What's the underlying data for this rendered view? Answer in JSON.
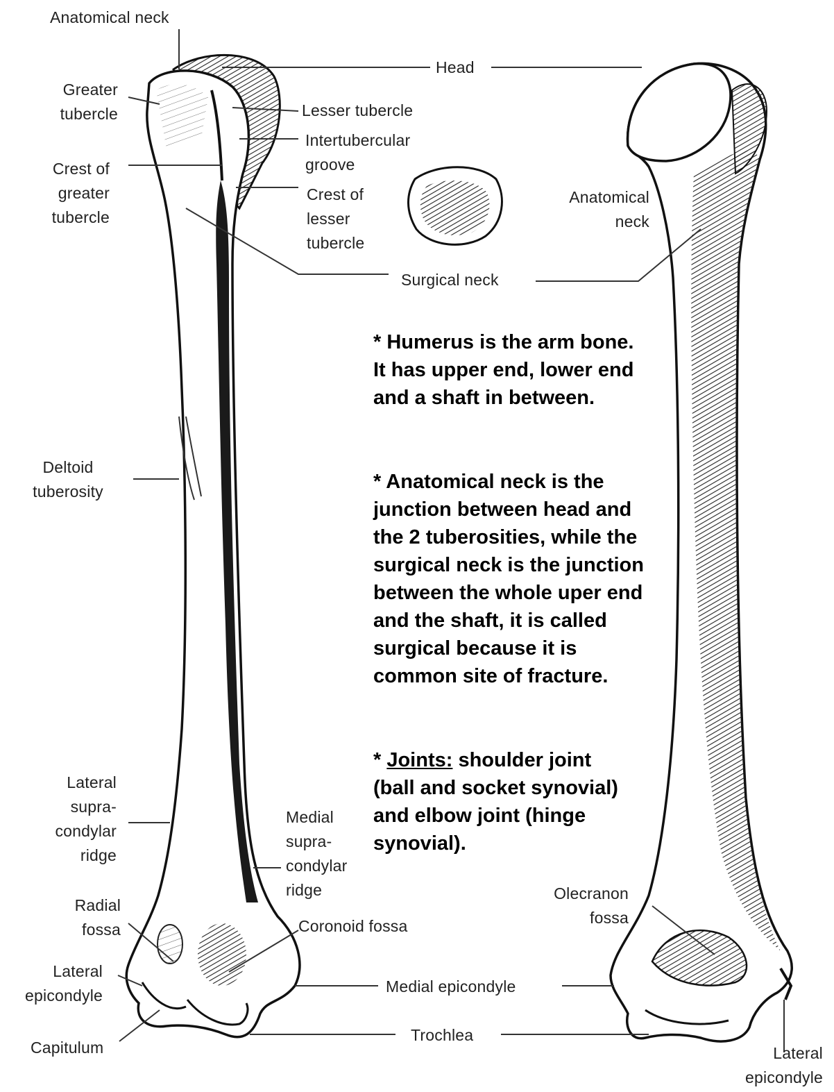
{
  "labels": {
    "anatomical_neck_left": "Anatomical neck",
    "head": "Head",
    "greater_tubercle": "Greater\ntubercle",
    "lesser_tubercle": "Lesser tubercle",
    "intertubercular_groove": "Intertubercular\ngroove",
    "crest_greater_tubercle": "Crest of\ngreater\ntubercle",
    "crest_lesser_tubercle": "Crest of\nlesser\ntubercle",
    "anatomical_neck_right": "Anatomical\nneck",
    "surgical_neck": "Surgical neck",
    "deltoid_tuberosity": "Deltoid\ntuberosity",
    "lateral_supracondylar_ridge": "Lateral\nsupra-\ncondylar\nridge",
    "medial_supracondylar_ridge": "Medial\nsupra-\ncondylar\nridge",
    "radial_fossa": "Radial\nfossa",
    "coronoid_fossa": "Coronoid fossa",
    "olecranon_fossa": "Olecranon\nfossa",
    "lateral_epicondyle_left": "Lateral\nepicondyle",
    "medial_epicondyle": "Medial epicondyle",
    "capitulum": "Capitulum",
    "trochlea": "Trochlea",
    "lateral_epicondyle_right": "Lateral\nepicondyle"
  },
  "notes": {
    "humerus_prefix": "* ",
    "humerus": "Humerus is the arm bone. It has upper end, lower end and a shaft in between.",
    "neck_prefix": "* ",
    "neck": "Anatomical neck is the junction between head and the 2 tuberosities, while the surgical neck is the junction between the whole uper end and the shaft, it is called surgical because it is common site of fracture.",
    "joints_prefix": "* ",
    "joints_heading": "Joints:",
    "joints": " shoulder joint (ball and socket synovial) and elbow joint (hinge synovial)."
  },
  "colors": {
    "ink": "#111111",
    "bone_fill": "#ffffff",
    "shade": "#1e1e1e",
    "leader": "#333333"
  }
}
